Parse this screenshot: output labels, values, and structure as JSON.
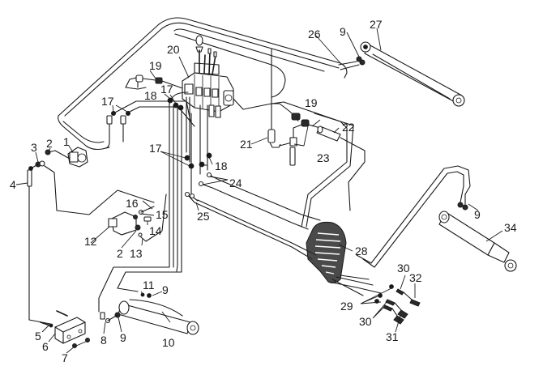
{
  "diagram": {
    "type": "hydraulic-system-exploded-view",
    "callouts": {
      "c1": "1",
      "c2a": "2",
      "c2b": "2",
      "c3": "3",
      "c4": "4",
      "c5": "5",
      "c6": "6",
      "c7": "7",
      "c8": "8",
      "c9a": "9",
      "c9b": "9",
      "c9c": "9",
      "c9d": "9",
      "c10": "10",
      "c11": "11",
      "c12": "12",
      "c13": "13",
      "c14": "14",
      "c15": "15",
      "c16": "16",
      "c17a": "17",
      "c17b": "17",
      "c17c": "17",
      "c18a": "18",
      "c18b": "18",
      "c19a": "19",
      "c19b": "19",
      "c20": "20",
      "c21": "21",
      "c22": "22",
      "c23": "23",
      "c24": "24",
      "c25": "25",
      "c26": "26",
      "c27": "27",
      "c28": "28",
      "c29": "29",
      "c30a": "30",
      "c30b": "30",
      "c31": "31",
      "c32": "32",
      "c34": "34"
    },
    "components": [
      {
        "id": "1",
        "name": "hydraulic-pump"
      },
      {
        "id": "6",
        "name": "filter-block"
      },
      {
        "id": "10",
        "name": "lift-cylinder"
      },
      {
        "id": "12",
        "name": "steering-valve"
      },
      {
        "id": "20",
        "name": "multi-way-control-valve"
      },
      {
        "id": "27",
        "name": "boom-cylinder"
      },
      {
        "id": "28",
        "name": "cable-drag-chain"
      },
      {
        "id": "34",
        "name": "tilt-cylinder"
      }
    ]
  }
}
